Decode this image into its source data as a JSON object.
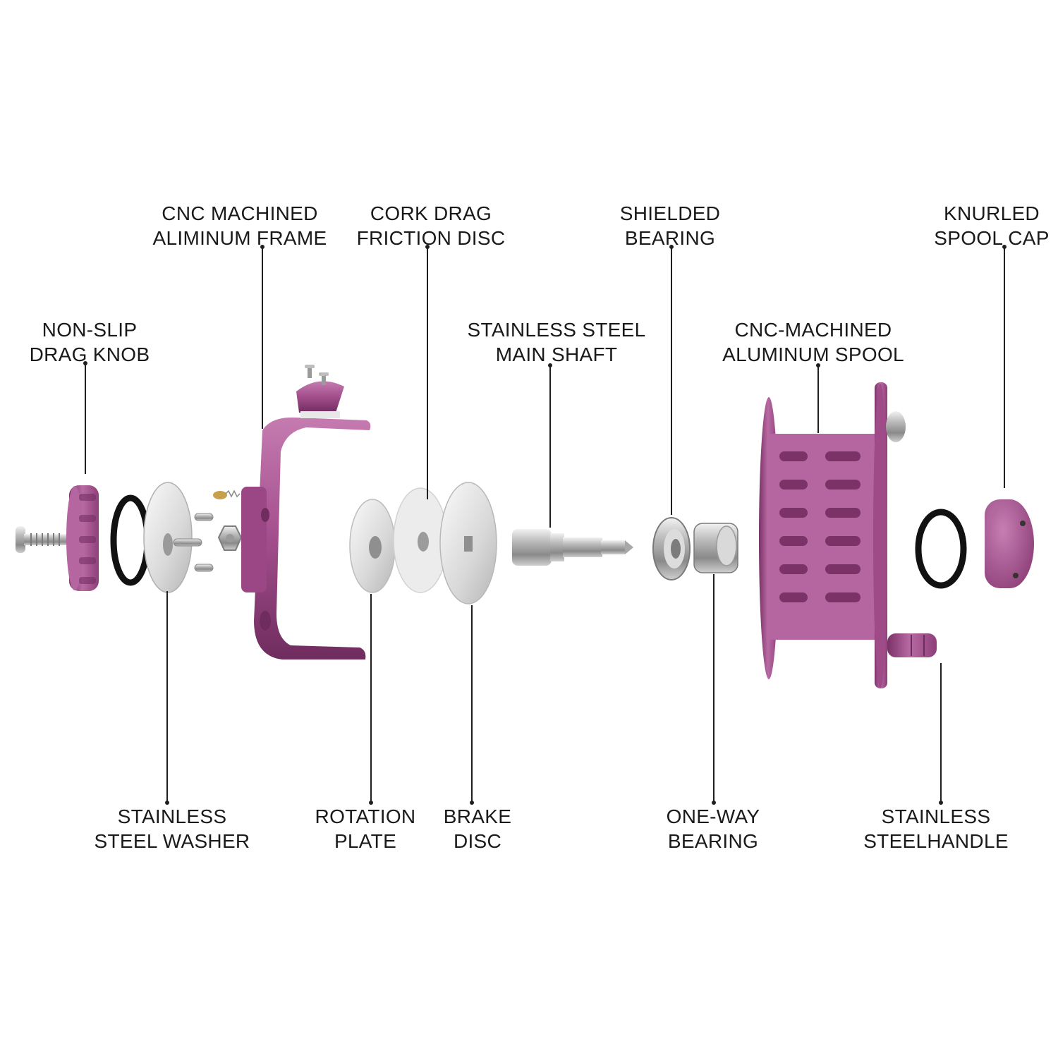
{
  "colors": {
    "anodized_purple": "#a34e8c",
    "anodized_purple_dark": "#6f2c5e",
    "anodized_purple_light": "#c57bb0",
    "steel": "#c9c9c9",
    "steel_dark": "#8a8a8a",
    "rubber": "#111111",
    "label_text": "#1a1a1a"
  },
  "labels": {
    "drag_knob": {
      "line1": "NON-SLIP",
      "line2": "DRAG KNOB"
    },
    "frame": {
      "line1": "CNC MACHINED",
      "line2": "ALIMINUM FRAME"
    },
    "cork_disc": {
      "line1": "CORK DRAG",
      "line2": "FRICTION DISC"
    },
    "main_shaft": {
      "line1": "STAINLESS STEEL",
      "line2": "MAIN SHAFT"
    },
    "shielded_bearing": {
      "line1": "SHIELDED",
      "line2": "BEARING"
    },
    "spool": {
      "line1": "CNC-MACHINED",
      "line2": "ALUMINUM SPOOL"
    },
    "spool_cap": {
      "line1": "KNURLED",
      "line2": "SPOOL CAP"
    },
    "washer": {
      "line1": "STAINLESS",
      "line2": "STEEL WASHER"
    },
    "rotation_plate": {
      "line1": "ROTATION",
      "line2": "PLATE"
    },
    "brake_disc": {
      "line1": "BRAKE",
      "line2": "DISC"
    },
    "one_way_bearing": {
      "line1": "ONE-WAY",
      "line2": "BEARING"
    },
    "handle": {
      "line1": "STAINLESS",
      "line2": "STEELHANDLE"
    }
  }
}
